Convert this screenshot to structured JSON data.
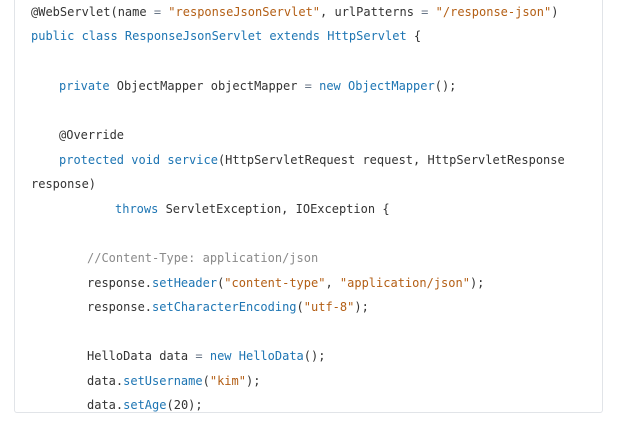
{
  "code": {
    "lines": [
      [
        {
          "t": "@WebServlet(name ",
          "c": "ann"
        },
        {
          "t": "=",
          "c": "op"
        },
        {
          "t": " ",
          "c": "t"
        },
        {
          "t": "\"responseJsonServlet\"",
          "c": "str"
        },
        {
          "t": ", urlPatterns ",
          "c": "t"
        },
        {
          "t": "=",
          "c": "op"
        },
        {
          "t": " ",
          "c": "t"
        },
        {
          "t": "\"/response-json\"",
          "c": "str"
        },
        {
          "t": ")",
          "c": "t"
        }
      ],
      [
        {
          "t": "public class ",
          "c": "kw"
        },
        {
          "t": "ResponseJsonServlet ",
          "c": "ty"
        },
        {
          "t": "extends ",
          "c": "kw"
        },
        {
          "t": "HttpServlet ",
          "c": "ty"
        },
        {
          "t": "{",
          "c": "t"
        }
      ],
      [
        {
          "t": "private ",
          "c": "kw"
        },
        {
          "t": "ObjectMapper objectMapper ",
          "c": "t"
        },
        {
          "t": "=",
          "c": "op"
        },
        {
          "t": " ",
          "c": "t"
        },
        {
          "t": "new ",
          "c": "kw"
        },
        {
          "t": "ObjectMapper",
          "c": "ty"
        },
        {
          "t": "();",
          "c": "t"
        }
      ],
      [
        {
          "t": "@Override",
          "c": "ann"
        }
      ],
      [
        {
          "t": "protected void ",
          "c": "kw"
        },
        {
          "t": "service",
          "c": "fn"
        },
        {
          "t": "(HttpServletRequest request, HttpServletResponse",
          "c": "t"
        }
      ],
      [
        {
          "t": "response)",
          "c": "t"
        }
      ],
      [
        {
          "t": "throws ",
          "c": "kw"
        },
        {
          "t": "ServletException, IOException {",
          "c": "t"
        }
      ],
      [
        {
          "t": "//Content-Type: application/json",
          "c": "cm"
        }
      ],
      [
        {
          "t": "response.",
          "c": "t"
        },
        {
          "t": "setHeader",
          "c": "fn"
        },
        {
          "t": "(",
          "c": "t"
        },
        {
          "t": "\"content-type\"",
          "c": "str"
        },
        {
          "t": ", ",
          "c": "t"
        },
        {
          "t": "\"application/json\"",
          "c": "str"
        },
        {
          "t": ");",
          "c": "t"
        }
      ],
      [
        {
          "t": "response.",
          "c": "t"
        },
        {
          "t": "setCharacterEncoding",
          "c": "fn"
        },
        {
          "t": "(",
          "c": "t"
        },
        {
          "t": "\"utf-8\"",
          "c": "str"
        },
        {
          "t": ");",
          "c": "t"
        }
      ],
      [
        {
          "t": "HelloData data ",
          "c": "t"
        },
        {
          "t": "=",
          "c": "op"
        },
        {
          "t": " ",
          "c": "t"
        },
        {
          "t": "new ",
          "c": "kw"
        },
        {
          "t": "HelloData",
          "c": "ty"
        },
        {
          "t": "();",
          "c": "t"
        }
      ],
      [
        {
          "t": "data.",
          "c": "t"
        },
        {
          "t": "setUsername",
          "c": "fn"
        },
        {
          "t": "(",
          "c": "t"
        },
        {
          "t": "\"kim\"",
          "c": "str"
        },
        {
          "t": ");",
          "c": "t"
        }
      ],
      [
        {
          "t": "data.",
          "c": "t"
        },
        {
          "t": "setAge",
          "c": "fn"
        },
        {
          "t": "(",
          "c": "t"
        },
        {
          "t": "20",
          "c": "num"
        },
        {
          "t": ");",
          "c": "t"
        }
      ]
    ]
  },
  "colors": {
    "keyword": "#1d75b3",
    "string": "#b35e14",
    "comment": "#8a8a8a",
    "text": "#333333"
  }
}
